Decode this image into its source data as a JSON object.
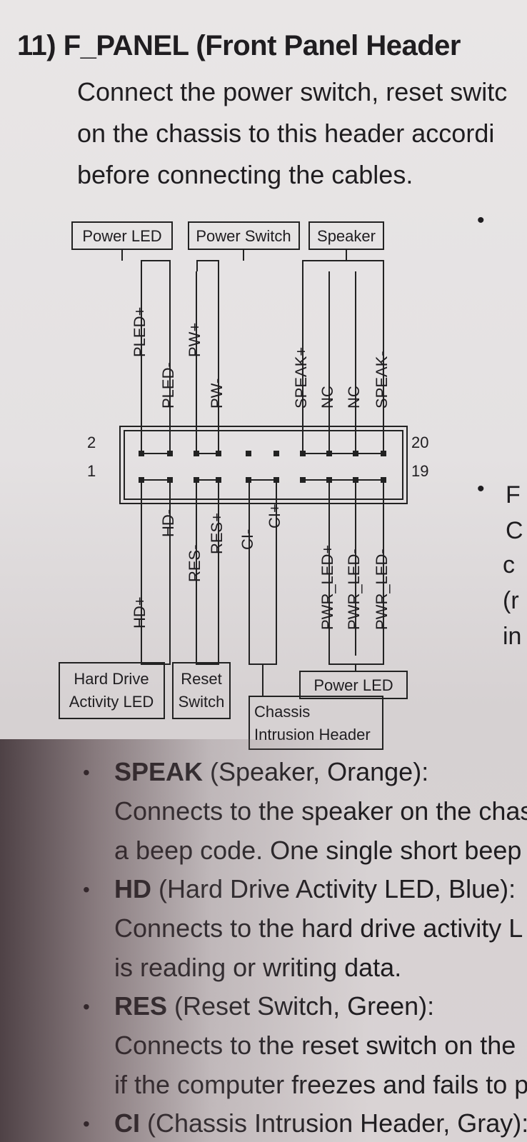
{
  "heading": "11) F_PANEL (Front Panel Header",
  "intro": [
    "Connect the power switch, reset switc",
    "on the chassis to this header accordi",
    "before connecting the cables."
  ],
  "diagram": {
    "top_labels": {
      "power_led": "Power LED",
      "power_switch": "Power Switch",
      "speaker": "Speaker"
    },
    "top_pins": [
      "PLED+",
      "PLED-",
      "PW+",
      "PW-",
      "SPEAK+",
      "NC",
      "NC",
      "SPEAK-"
    ],
    "bottom_pins": [
      "HD+",
      "HD-",
      "RES-",
      "RES+",
      "CI-",
      "CI+",
      "PWR_LED+",
      "PWR_LED-",
      "PWR_LED-"
    ],
    "row_numbers": {
      "left_top": "2",
      "left_bottom": "1",
      "right_top": "20",
      "right_bottom": "19"
    },
    "bottom_labels": {
      "hdd_line1": "Hard Drive",
      "hdd_line2": "Activity LED",
      "reset_line1": "Reset",
      "reset_line2": "Switch",
      "power_led": "Power LED",
      "chassis_line1": "Chassis",
      "chassis_line2": "Intrusion Header"
    }
  },
  "right_column": {
    "fragment1": "F",
    "fragment2": "C",
    "fragment3": "c",
    "fragment4": "(r",
    "fragment5": "in"
  },
  "items": [
    {
      "title": "SPEAK",
      "rest": " (Speaker, Orange):",
      "desc": [
        "Connects to the speaker on the chas",
        "a beep code. One single short beep"
      ]
    },
    {
      "title": "HD",
      "rest": " (Hard Drive Activity LED, Blue):",
      "desc": [
        "Connects to the hard drive activity L",
        "is reading or writing data."
      ]
    },
    {
      "title": "RES",
      "rest": " (Reset Switch, Green):",
      "desc": [
        "Connects to the reset switch on the",
        "if the computer freezes and fails to p"
      ]
    },
    {
      "title": "CI",
      "rest": " (Chassis Intrusion Header, Gray):",
      "desc": []
    }
  ],
  "bullet_char": "•"
}
